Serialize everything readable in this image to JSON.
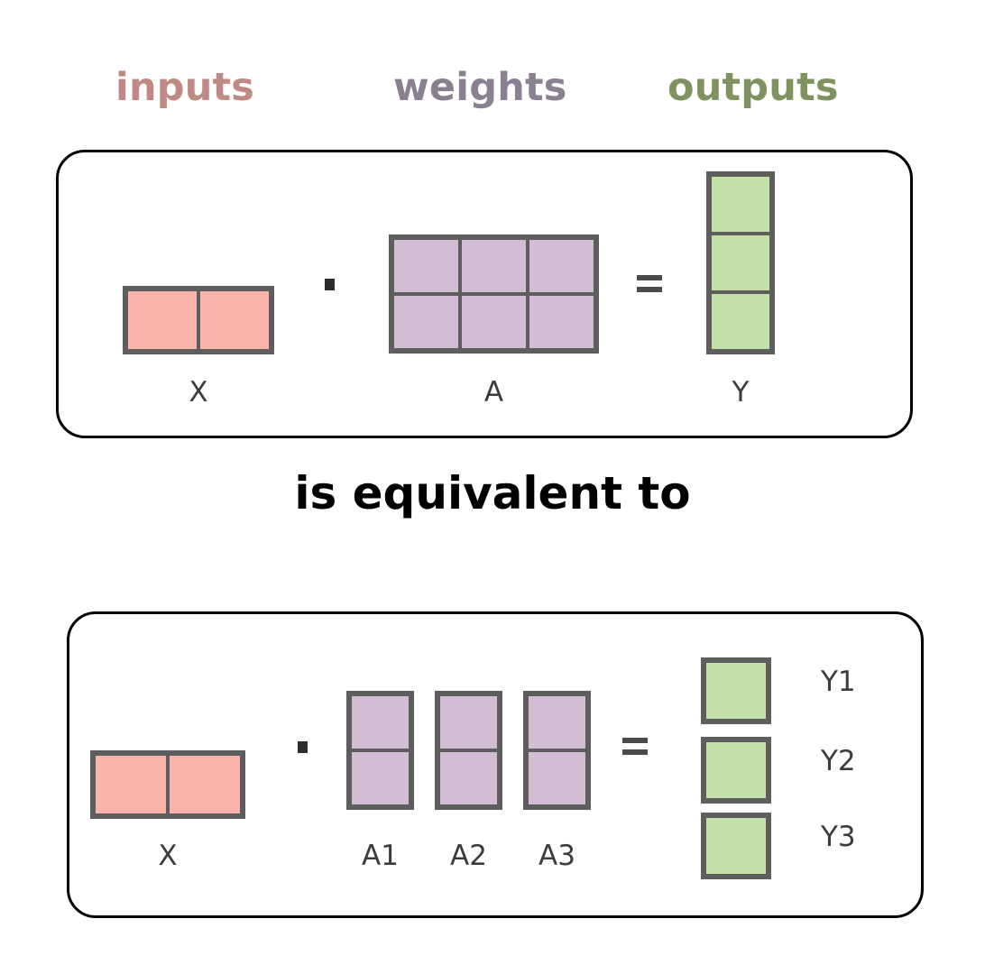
{
  "legend": {
    "items": [
      {
        "label": "inputs",
        "color": "#c08a84",
        "name": "legend-inputs"
      },
      {
        "label": "weights",
        "color": "#8b7f92",
        "name": "legend-weights"
      },
      {
        "label": "outputs",
        "color": "#7f9360",
        "name": "legend-outputs"
      }
    ]
  },
  "caption": {
    "equivalence": "is equivalent to"
  },
  "palette": {
    "input_fill": "#f9b5ab",
    "weight_fill": "#d3bdd5",
    "output_fill": "#c3e0a8",
    "cell_border": "#5e5e5e",
    "panel_border": "#000000",
    "label_text": "#3c3c3c",
    "background": "#ffffff"
  },
  "operators": {
    "dot": "·",
    "equals": "="
  },
  "top_panel": {
    "matrices": [
      {
        "label": "X",
        "role": "input",
        "rows": 1,
        "cols": 2,
        "cell_count": 2
      },
      {
        "label": "A",
        "role": "weight",
        "rows": 2,
        "cols": 3,
        "cell_count": 6
      },
      {
        "label": "Y",
        "role": "output",
        "rows": 3,
        "cols": 1,
        "cell_count": 3
      }
    ]
  },
  "bottom_panel": {
    "input": {
      "label": "X",
      "role": "input",
      "rows": 1,
      "cols": 2,
      "cell_count": 2
    },
    "weight_columns": [
      {
        "label": "A1",
        "role": "weight",
        "rows": 2,
        "cols": 1,
        "cell_count": 2
      },
      {
        "label": "A2",
        "role": "weight",
        "rows": 2,
        "cols": 1,
        "cell_count": 2
      },
      {
        "label": "A3",
        "role": "weight",
        "rows": 2,
        "cols": 1,
        "cell_count": 2
      }
    ],
    "output_cells": [
      {
        "label": "Y1",
        "role": "output",
        "rows": 1,
        "cols": 1,
        "cell_count": 1
      },
      {
        "label": "Y2",
        "role": "output",
        "rows": 1,
        "cols": 1,
        "cell_count": 1
      },
      {
        "label": "Y3",
        "role": "output",
        "rows": 1,
        "cols": 1,
        "cell_count": 1
      }
    ]
  }
}
